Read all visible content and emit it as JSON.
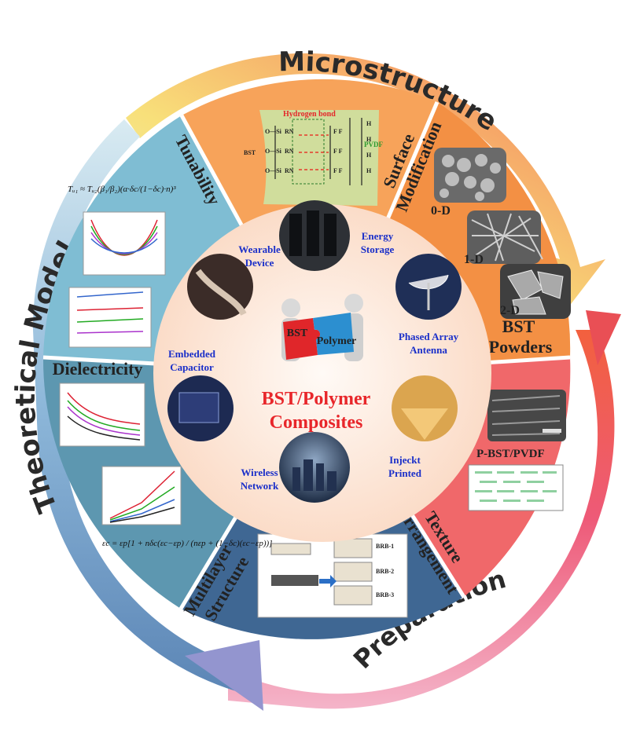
{
  "ring_labels": {
    "microstructure": "Microstructure",
    "preparation": "Preparation",
    "theoretical_model": "Theoretical Model"
  },
  "sectors": {
    "surface_modification": "Surface\nModification",
    "bst_powders": "BST\nPowders",
    "texture_arrangement": "Texture\nArrangement",
    "multilayer_structure": "Multilayer\nStructure",
    "dielectricity": "Dielectricity",
    "tunability": "Tunability"
  },
  "surface_panel": {
    "hydrogen_bond": "Hydrogen bond",
    "pvdf": "PVDF",
    "bst": "BST"
  },
  "powders": {
    "d0": "0-D",
    "d1": "1-D",
    "d2": "2-D"
  },
  "texture_panel": {
    "label": "P-BST/PVDF"
  },
  "multilayer_panel": {
    "brb1": "BRB-1",
    "brb2": "BRB-2",
    "brb3": "BRB-3"
  },
  "formulas": {
    "tunability": "Tᵤ₁ ≈ Tᵤ₂(β₁/β₂)(α·δc/(1−δc)·n)³",
    "dielectric": "εc = εp[1 + nδc(εc−εp) / (nεp + (1−δc)(εc−εp))]"
  },
  "applications": {
    "energy_storage": "Energy\nStorage",
    "wearable_device": "Wearable\nDevice",
    "phased_array": "Phased Array\nAntenna",
    "embedded_capacitor": "Embedded\nCapacitor",
    "inkjet_printed": "Injeckt\nPrinted",
    "wireless_network": "Wireless\nNetwork"
  },
  "center": {
    "puzzle_left": "BST",
    "puzzle_right": "Polymer",
    "title_line1": "BST/Polymer",
    "title_line2": "Composites"
  },
  "colors": {
    "surface_sector": "#f7a35a",
    "bst_sector": "#f39044",
    "texture_sector": "#f0686a",
    "multilayer_sector": "#3f6793",
    "dielectric_sector": "#5d97b0",
    "tunability_sector": "#7fbdd3",
    "inner_disc": "#fde6d6",
    "title_red": "#e8262a",
    "app_blue": "#1a2fc9",
    "puzzle_red": "#e0262a",
    "puzzle_blue": "#2c8fd0"
  }
}
